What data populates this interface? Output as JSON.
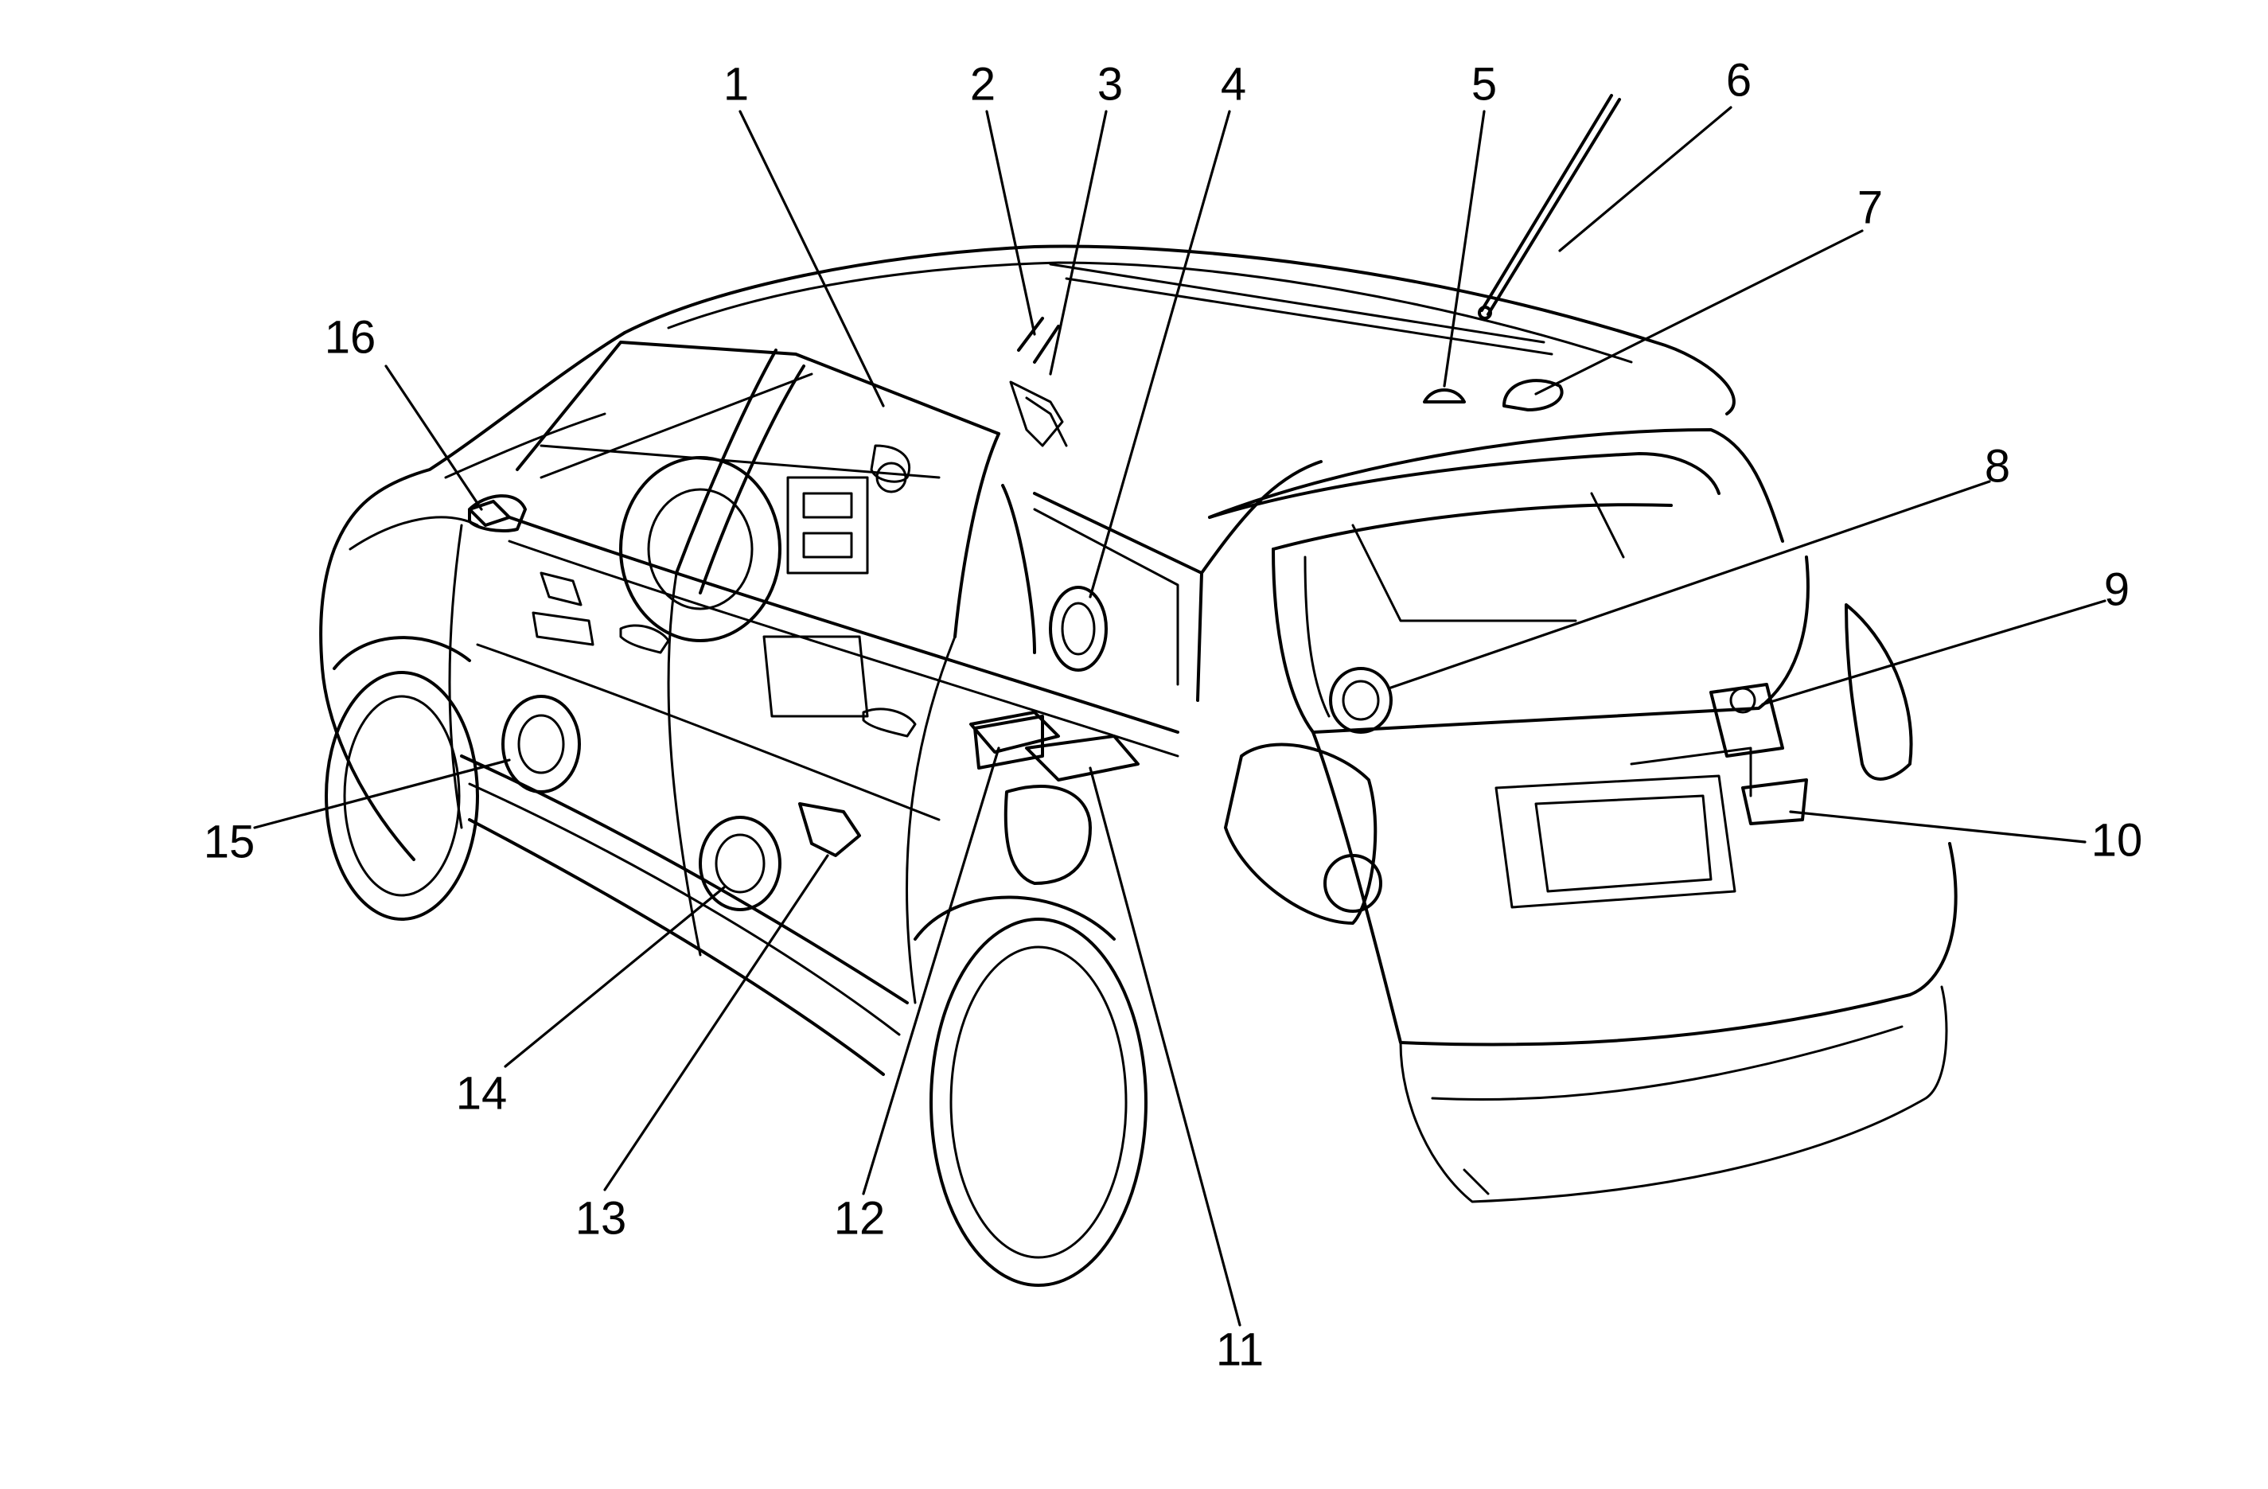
{
  "diagram": {
    "callouts": [
      {
        "id": 1,
        "label": "1"
      },
      {
        "id": 2,
        "label": "2"
      },
      {
        "id": 3,
        "label": "3"
      },
      {
        "id": 4,
        "label": "4"
      },
      {
        "id": 5,
        "label": "5"
      },
      {
        "id": 6,
        "label": "6"
      },
      {
        "id": 7,
        "label": "7"
      },
      {
        "id": 8,
        "label": "8"
      },
      {
        "id": 9,
        "label": "9"
      },
      {
        "id": 10,
        "label": "10"
      },
      {
        "id": 11,
        "label": "11"
      },
      {
        "id": 12,
        "label": "12"
      },
      {
        "id": 13,
        "label": "13"
      },
      {
        "id": 14,
        "label": "14"
      },
      {
        "id": 15,
        "label": "15"
      },
      {
        "id": 16,
        "label": "16"
      }
    ]
  }
}
